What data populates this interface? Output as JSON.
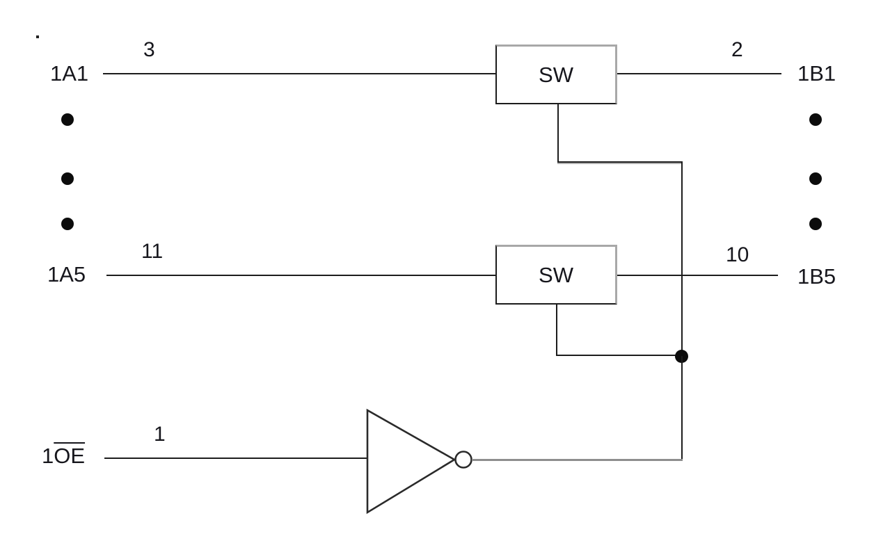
{
  "diagram": {
    "kind": "bus-switch-logic-diagram",
    "channels": [
      {
        "a_label": "1A1",
        "a_pin": "3",
        "switch_label": "SW",
        "b_pin": "2",
        "b_label": "1B1"
      },
      {
        "a_label": "1A5",
        "a_pin": "11",
        "switch_label": "SW",
        "b_pin": "10",
        "b_label": "1B5"
      }
    ],
    "enable": {
      "prefix": "1",
      "overlined": "OE",
      "pin": "1"
    },
    "ellipsis_dot_count_per_side": 3,
    "colors": {
      "wire": "#1c1c1c",
      "gray_wire": "#8e8e8e",
      "box_highlight": "#a8a8a8",
      "text": "#16161c"
    }
  }
}
